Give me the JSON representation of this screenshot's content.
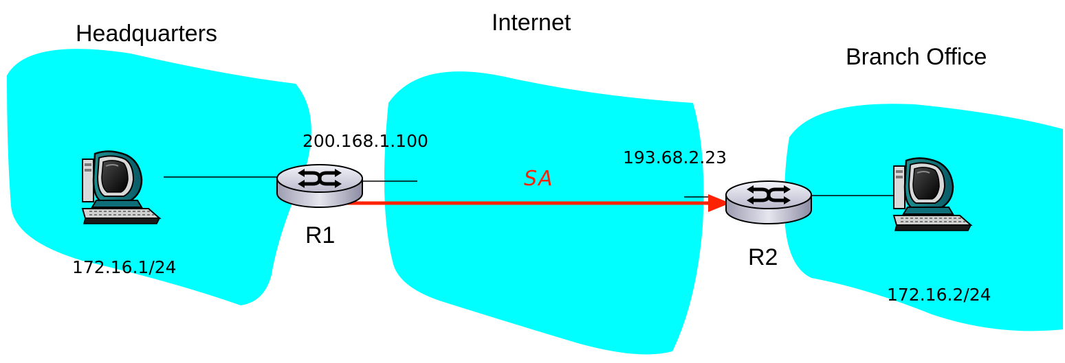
{
  "colors": {
    "cloud": "#00ffff",
    "sa": "#ff2200",
    "line": "#000000"
  },
  "regions": {
    "headquarters": {
      "title": "Headquarters",
      "subnet": "172.16.1/24"
    },
    "internet": {
      "title": "Internet"
    },
    "branch": {
      "title": "Branch Office",
      "subnet": "172.16.2/24"
    }
  },
  "routers": {
    "r1": {
      "name": "R1",
      "address": "200.168.1.100",
      "icon": "router-icon"
    },
    "r2": {
      "name": "R2",
      "address": "193.68.2.23",
      "icon": "router-icon"
    }
  },
  "hosts": {
    "hq": {
      "icon": "desktop-computer-icon"
    },
    "branch": {
      "icon": "desktop-computer-icon"
    }
  },
  "security_association": {
    "label": "SA",
    "direction": "R1 to R2"
  }
}
